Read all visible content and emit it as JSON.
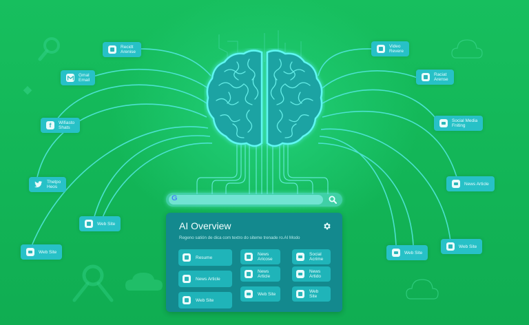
{
  "colors": {
    "background": "#12b456",
    "node": "#27c1c7",
    "line": "#49e3dc",
    "panel": "#13898e",
    "card": "#1fb4b9"
  },
  "brain": {
    "icon": "brain-icon"
  },
  "search": {
    "logo": "G",
    "logo_icon": "google-icon",
    "value": "",
    "search_icon": "search-icon"
  },
  "left_nodes": [
    {
      "label": "Recidt\nArenise",
      "icon": "square-icon"
    },
    {
      "label": "Gmal\nEmail",
      "icon": "gmail-icon"
    },
    {
      "label": "Wifiasto\nShats",
      "icon": "facebook-icon"
    },
    {
      "label": "Thetpo\nHeos",
      "icon": "twitter-icon"
    },
    {
      "label": "Web Site",
      "icon": "square-icon"
    },
    {
      "label": "Web Site",
      "icon": "list-icon"
    }
  ],
  "right_nodes": [
    {
      "label": "Video\nRevere",
      "icon": "square-icon"
    },
    {
      "label": "Raciat\nArense",
      "icon": "square-icon"
    },
    {
      "label": "Social Media\nFniting",
      "icon": "list-icon"
    },
    {
      "label": "News Article",
      "icon": "list-icon"
    },
    {
      "label": "Web Site",
      "icon": "square-icon"
    },
    {
      "label": "Web Site",
      "icon": "list-icon"
    }
  ],
  "overview": {
    "title": "AI Overview",
    "subtitle": "Regeno satión de dica com textro do siteme trenade ro.AI Modo",
    "settings_icon": "gear-icon",
    "cards": [
      {
        "label": "Resume",
        "icon": "inbox-icon"
      },
      {
        "label": "News Article",
        "icon": "square-icon"
      },
      {
        "label": "Web Site",
        "icon": "square-icon"
      },
      {
        "label": "News\nAricose",
        "icon": "folder-icon"
      },
      {
        "label": "News Article",
        "icon": "square-icon"
      },
      {
        "label": "Web Site",
        "icon": "list-icon"
      },
      {
        "label": "Social\nAcrime",
        "icon": "list-icon"
      },
      {
        "label": "News Artido",
        "icon": "list-icon"
      },
      {
        "label": "Web Site",
        "icon": "square-icon"
      }
    ]
  }
}
